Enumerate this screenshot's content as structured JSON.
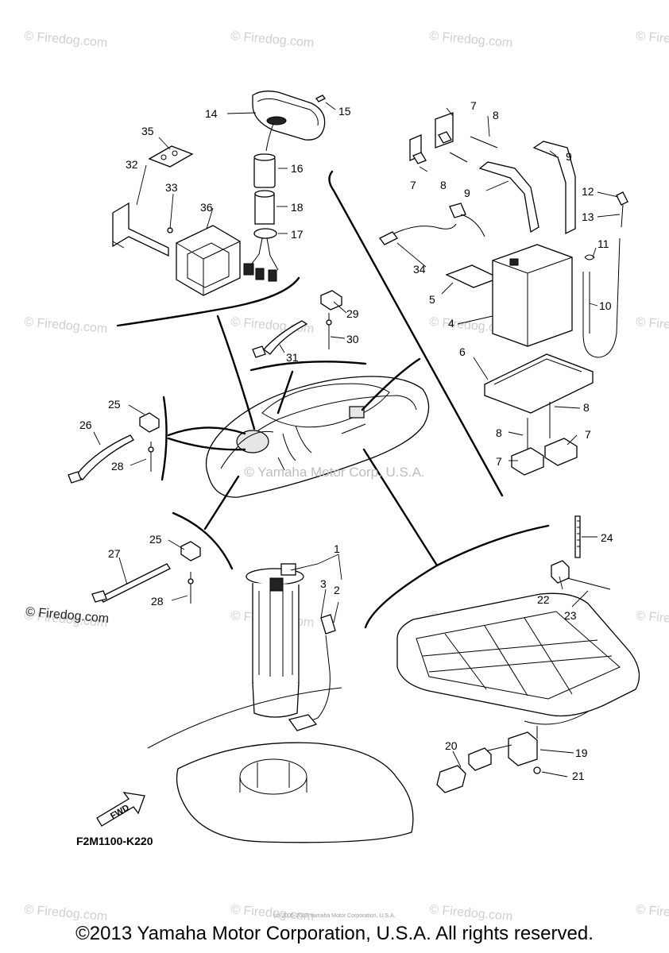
{
  "diagram": {
    "drawing_code": "F2M1100-K220",
    "fwd_label": "FWD",
    "footer": "©2013 Yamaha Motor Corporation, U.S.A. All rights reserved.",
    "center_watermark": "© Yamaha Motor Corp. U.S.A.",
    "site_credit": "© Firedog.com",
    "watermark": "© Firedog.com",
    "tiny_text": "(c) 2005-2013 Yamaha Motor Corporation, U.S.A.",
    "callouts": [
      "1",
      "2",
      "3",
      "4",
      "5",
      "6",
      "7",
      "7",
      "7",
      "7",
      "8",
      "8",
      "8",
      "8",
      "9",
      "9",
      "10",
      "11",
      "12",
      "13",
      "14",
      "15",
      "16",
      "17",
      "18",
      "19",
      "20",
      "21",
      "22",
      "23",
      "24",
      "25",
      "25",
      "26",
      "27",
      "28",
      "28",
      "29",
      "30",
      "31",
      "32",
      "33",
      "34",
      "35",
      "36"
    ]
  }
}
